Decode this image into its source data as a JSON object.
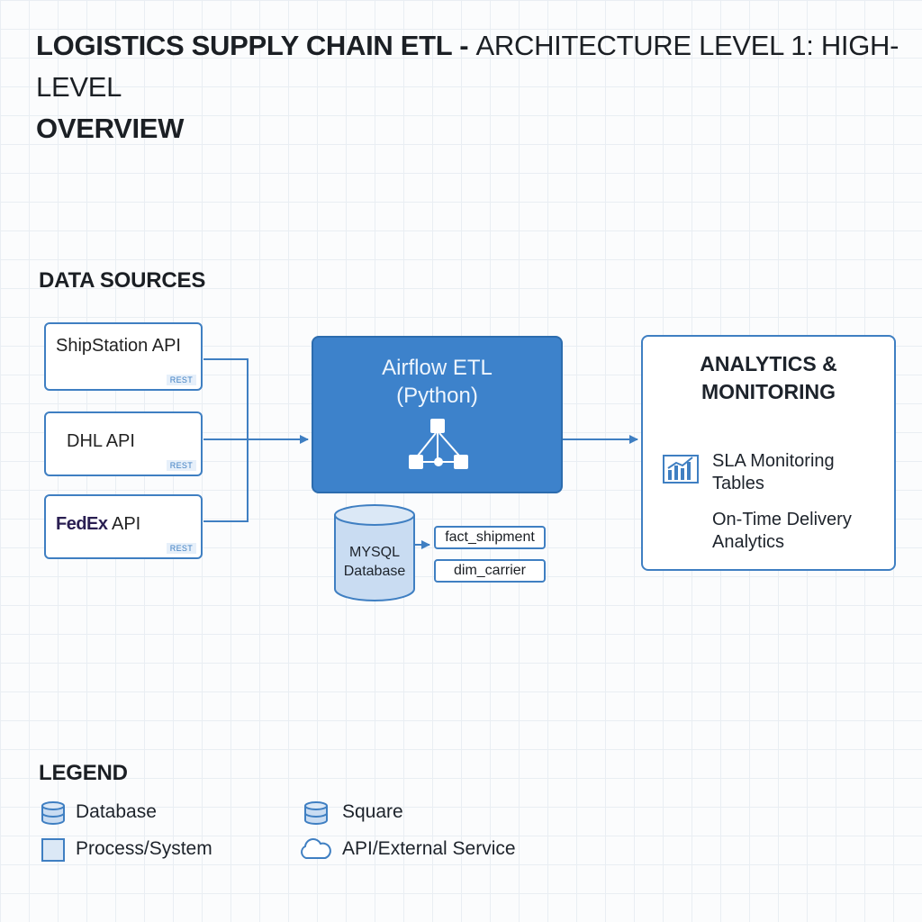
{
  "title": {
    "bold_part": "Logistics Supply Chain ETL - ",
    "light_part": "Architecture Level 1: High-Level",
    "second_line": "Overview"
  },
  "data_sources": {
    "heading": "DATA SOURCES",
    "items": [
      {
        "label": "ShipStation API",
        "tag": "REST"
      },
      {
        "label": "DHL API",
        "tag": "REST"
      },
      {
        "brand": "FedEx",
        "label": " API",
        "tag": "REST"
      }
    ]
  },
  "etl": {
    "title_line1": "Airflow ETL",
    "title_line2": "(Python)",
    "icon": "dag-workflow-icon"
  },
  "database": {
    "line1": "MYSQL",
    "line2": "Database",
    "tables": [
      "fact_shipment",
      "dim_carrier"
    ]
  },
  "analytics": {
    "title_line1": "ANALYTICS &",
    "title_line2": "MONITORING",
    "items": [
      {
        "line1": "SLA Monitoring",
        "line2": "Tables",
        "icon": "bar-chart-icon"
      },
      {
        "line1": "On-Time Delivery",
        "line2": "Analytics"
      }
    ]
  },
  "legend": {
    "heading": "LEGEND",
    "items": [
      {
        "label": "Database",
        "icon": "cylinder-icon"
      },
      {
        "label": "Square",
        "icon": "cylinder-icon"
      },
      {
        "label": "Process/System",
        "icon": "square-icon"
      },
      {
        "label": "API/External Service",
        "icon": "cloud-icon"
      }
    ]
  },
  "colors": {
    "accent": "#3d82cb",
    "border": "#3f7fc2",
    "light_fill": "#c9dcf2",
    "grid": "#e9eef3"
  }
}
